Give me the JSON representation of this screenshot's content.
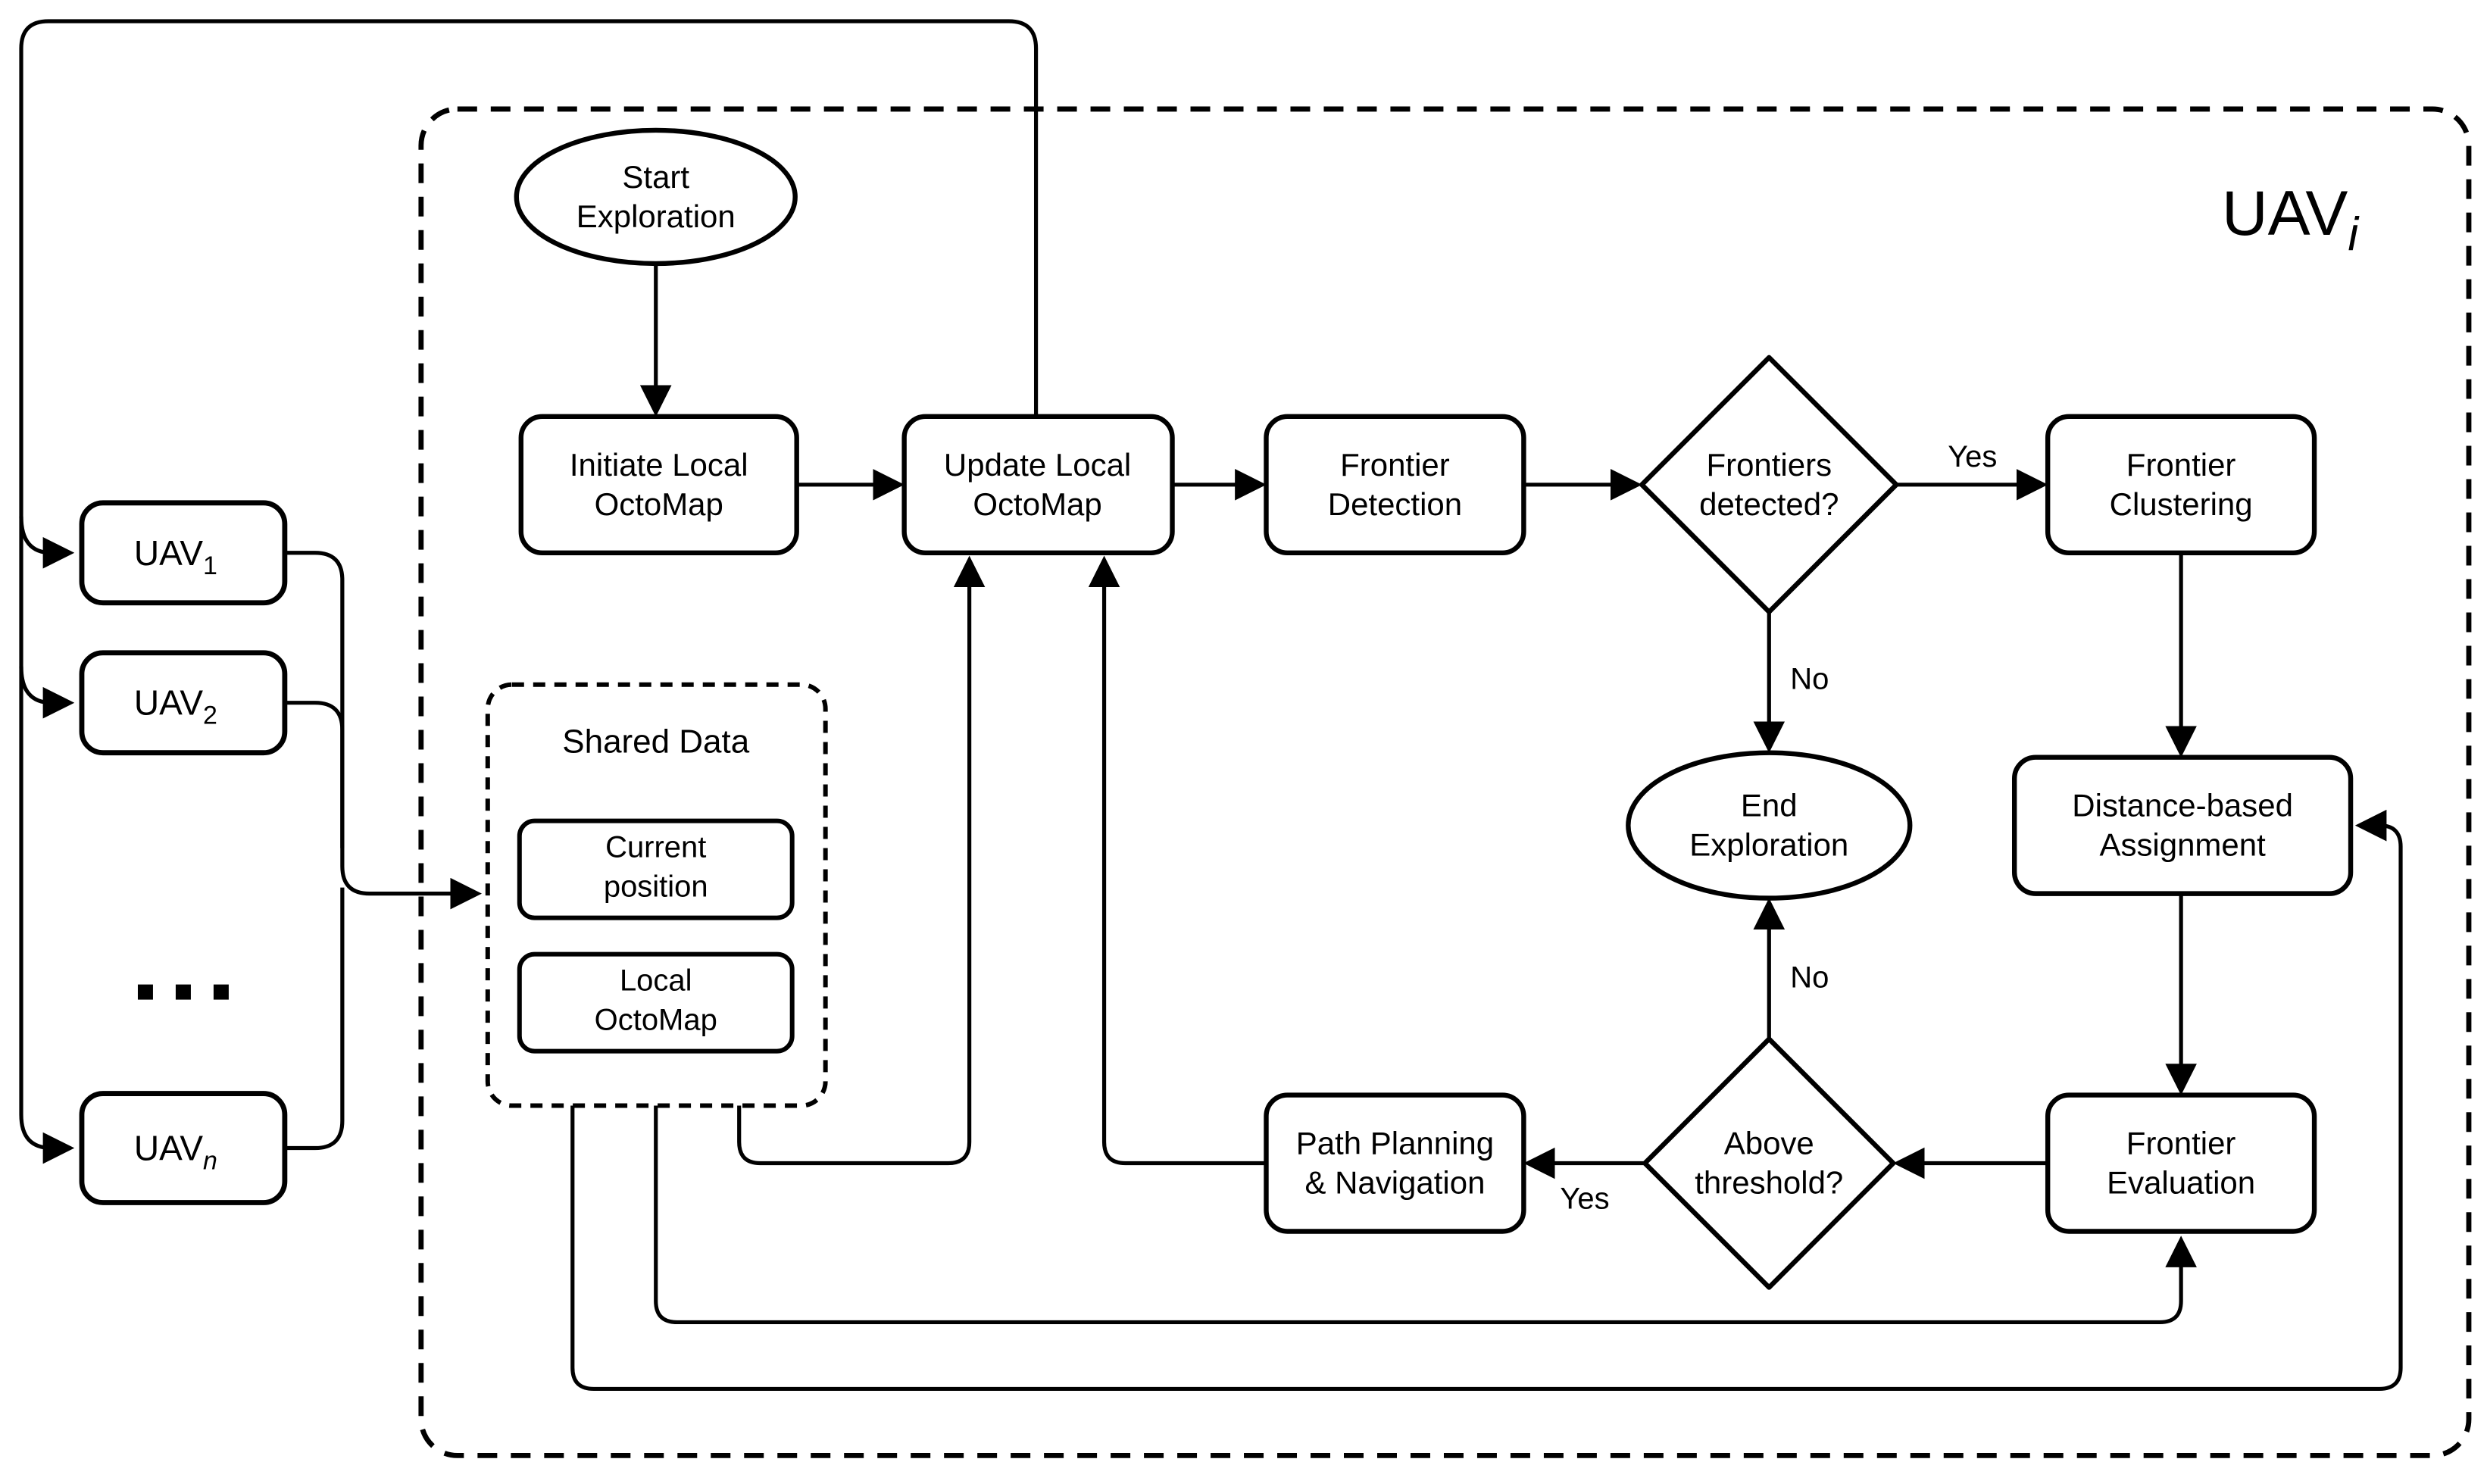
{
  "figure": {
    "background": "#ffffff",
    "line_color": "#000000",
    "outer_group": {
      "base": "UAV",
      "sub": "i"
    },
    "left_uavs": [
      {
        "base": "UAV",
        "sub": "1"
      },
      {
        "base": "UAV",
        "sub": "2"
      },
      {
        "base": "UAV",
        "sub": "n"
      }
    ],
    "ellipsis": "...",
    "nodes": {
      "start": {
        "line1": "Start",
        "line2": "Exploration"
      },
      "initiate": {
        "line1": "Initiate Local",
        "line2": "OctoMap"
      },
      "update": {
        "line1": "Update Local",
        "line2": "OctoMap"
      },
      "detection": {
        "line1": "Frontier",
        "line2": "Detection"
      },
      "frontiers_detected": {
        "line1": "Frontiers",
        "line2": "detected?"
      },
      "clustering": {
        "line1": "Frontier",
        "line2": "Clustering"
      },
      "end": {
        "line1": "End",
        "line2": "Exploration"
      },
      "assignment": {
        "line1": "Distance-based",
        "line2": "Assignment"
      },
      "above_threshold": {
        "line1": "Above",
        "line2": "threshold?"
      },
      "evaluation": {
        "line1": "Frontier",
        "line2": "Evaluation"
      },
      "path_planning": {
        "line1": "Path Planning",
        "line2": "& Navigation"
      }
    },
    "shared_data": {
      "title": "Shared Data",
      "current_position": {
        "line1": "Current",
        "line2": "position"
      },
      "local_octomap": {
        "line1": "Local",
        "line2": "OctoMap"
      }
    },
    "edge_labels": {
      "yes_to_clustering": "Yes",
      "no_to_end": "No",
      "no_threshold_to_end": "No",
      "yes_to_path_planning": "Yes"
    }
  }
}
